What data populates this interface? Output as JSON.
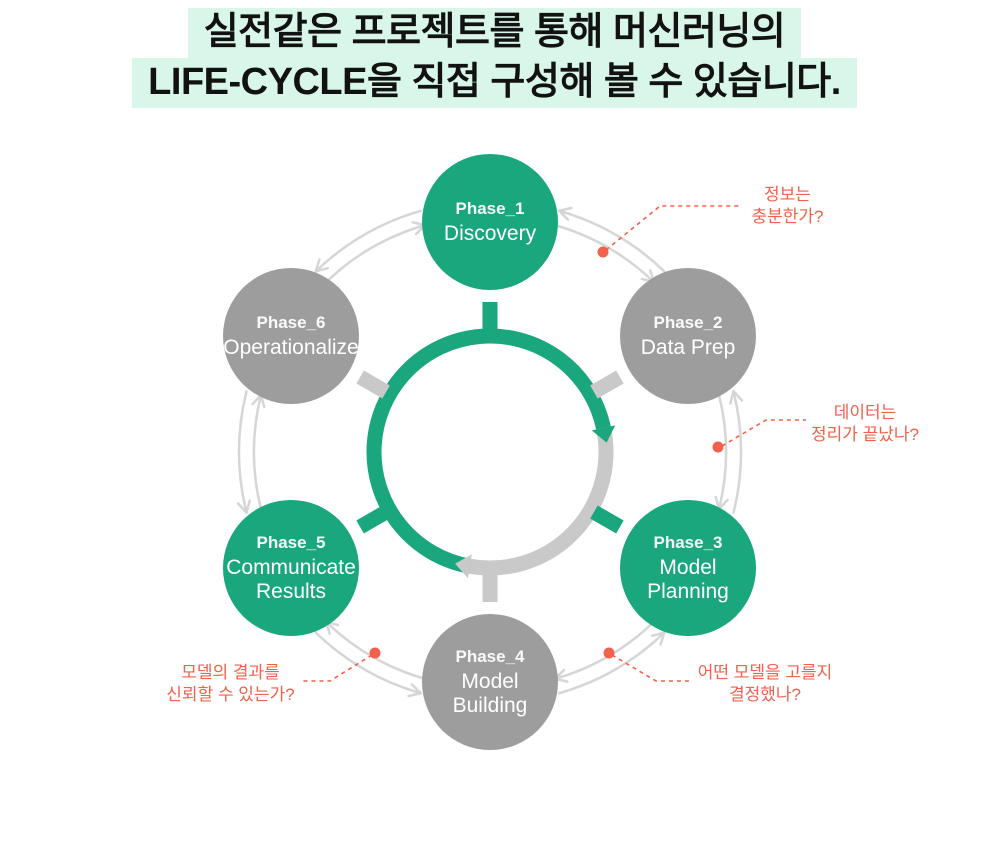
{
  "title": {
    "line1": "실전같은 프로젝트를 통해 머신러닝의",
    "line2": "LIFE-CYCLE을 직접 구성해 볼 수 있습니다."
  },
  "phases": [
    {
      "id": "Phase_1",
      "name": "Discovery",
      "color": "green"
    },
    {
      "id": "Phase_2",
      "name": "Data Prep",
      "color": "gray"
    },
    {
      "id": "Phase_3",
      "name": "Model Planning",
      "color": "green"
    },
    {
      "id": "Phase_4",
      "name": "Model Building",
      "color": "gray"
    },
    {
      "id": "Phase_5",
      "name": "Communicate Results",
      "color": "green"
    },
    {
      "id": "Phase_6",
      "name": "Operationalize",
      "color": "gray"
    }
  ],
  "annotations": [
    {
      "line1": "정보는",
      "line2": "충분한가?"
    },
    {
      "line1": "데이터는",
      "line2": "정리가 끝났나?"
    },
    {
      "line1": "어떤 모델을 고를지",
      "line2": "결정했나?"
    },
    {
      "line1": "모델의 결과를",
      "line2": "신뢰할 수 있는가?"
    }
  ],
  "colors": {
    "green": "#1aa77d",
    "gray": "#9d9d9d",
    "ring_gray": "#c9c9c9",
    "connector_gray": "#d6d6d6",
    "red": "#f2614c",
    "title_highlight": "#d9f6ea"
  }
}
